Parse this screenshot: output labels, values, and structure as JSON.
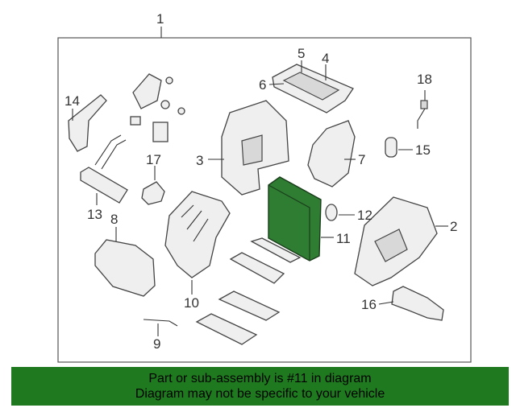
{
  "diagram": {
    "callouts": [
      "1",
      "2",
      "3",
      "4",
      "5",
      "6",
      "7",
      "8",
      "9",
      "10",
      "11",
      "12",
      "13",
      "14",
      "15",
      "16",
      "17",
      "18"
    ],
    "highlighted_part": "11"
  },
  "banner": {
    "line1": "Part or sub-assembly is #11 in diagram",
    "line2": "Diagram may not be specific to your vehicle"
  },
  "colors": {
    "highlight": "#2e7d32",
    "banner": "#1f7a1f"
  }
}
